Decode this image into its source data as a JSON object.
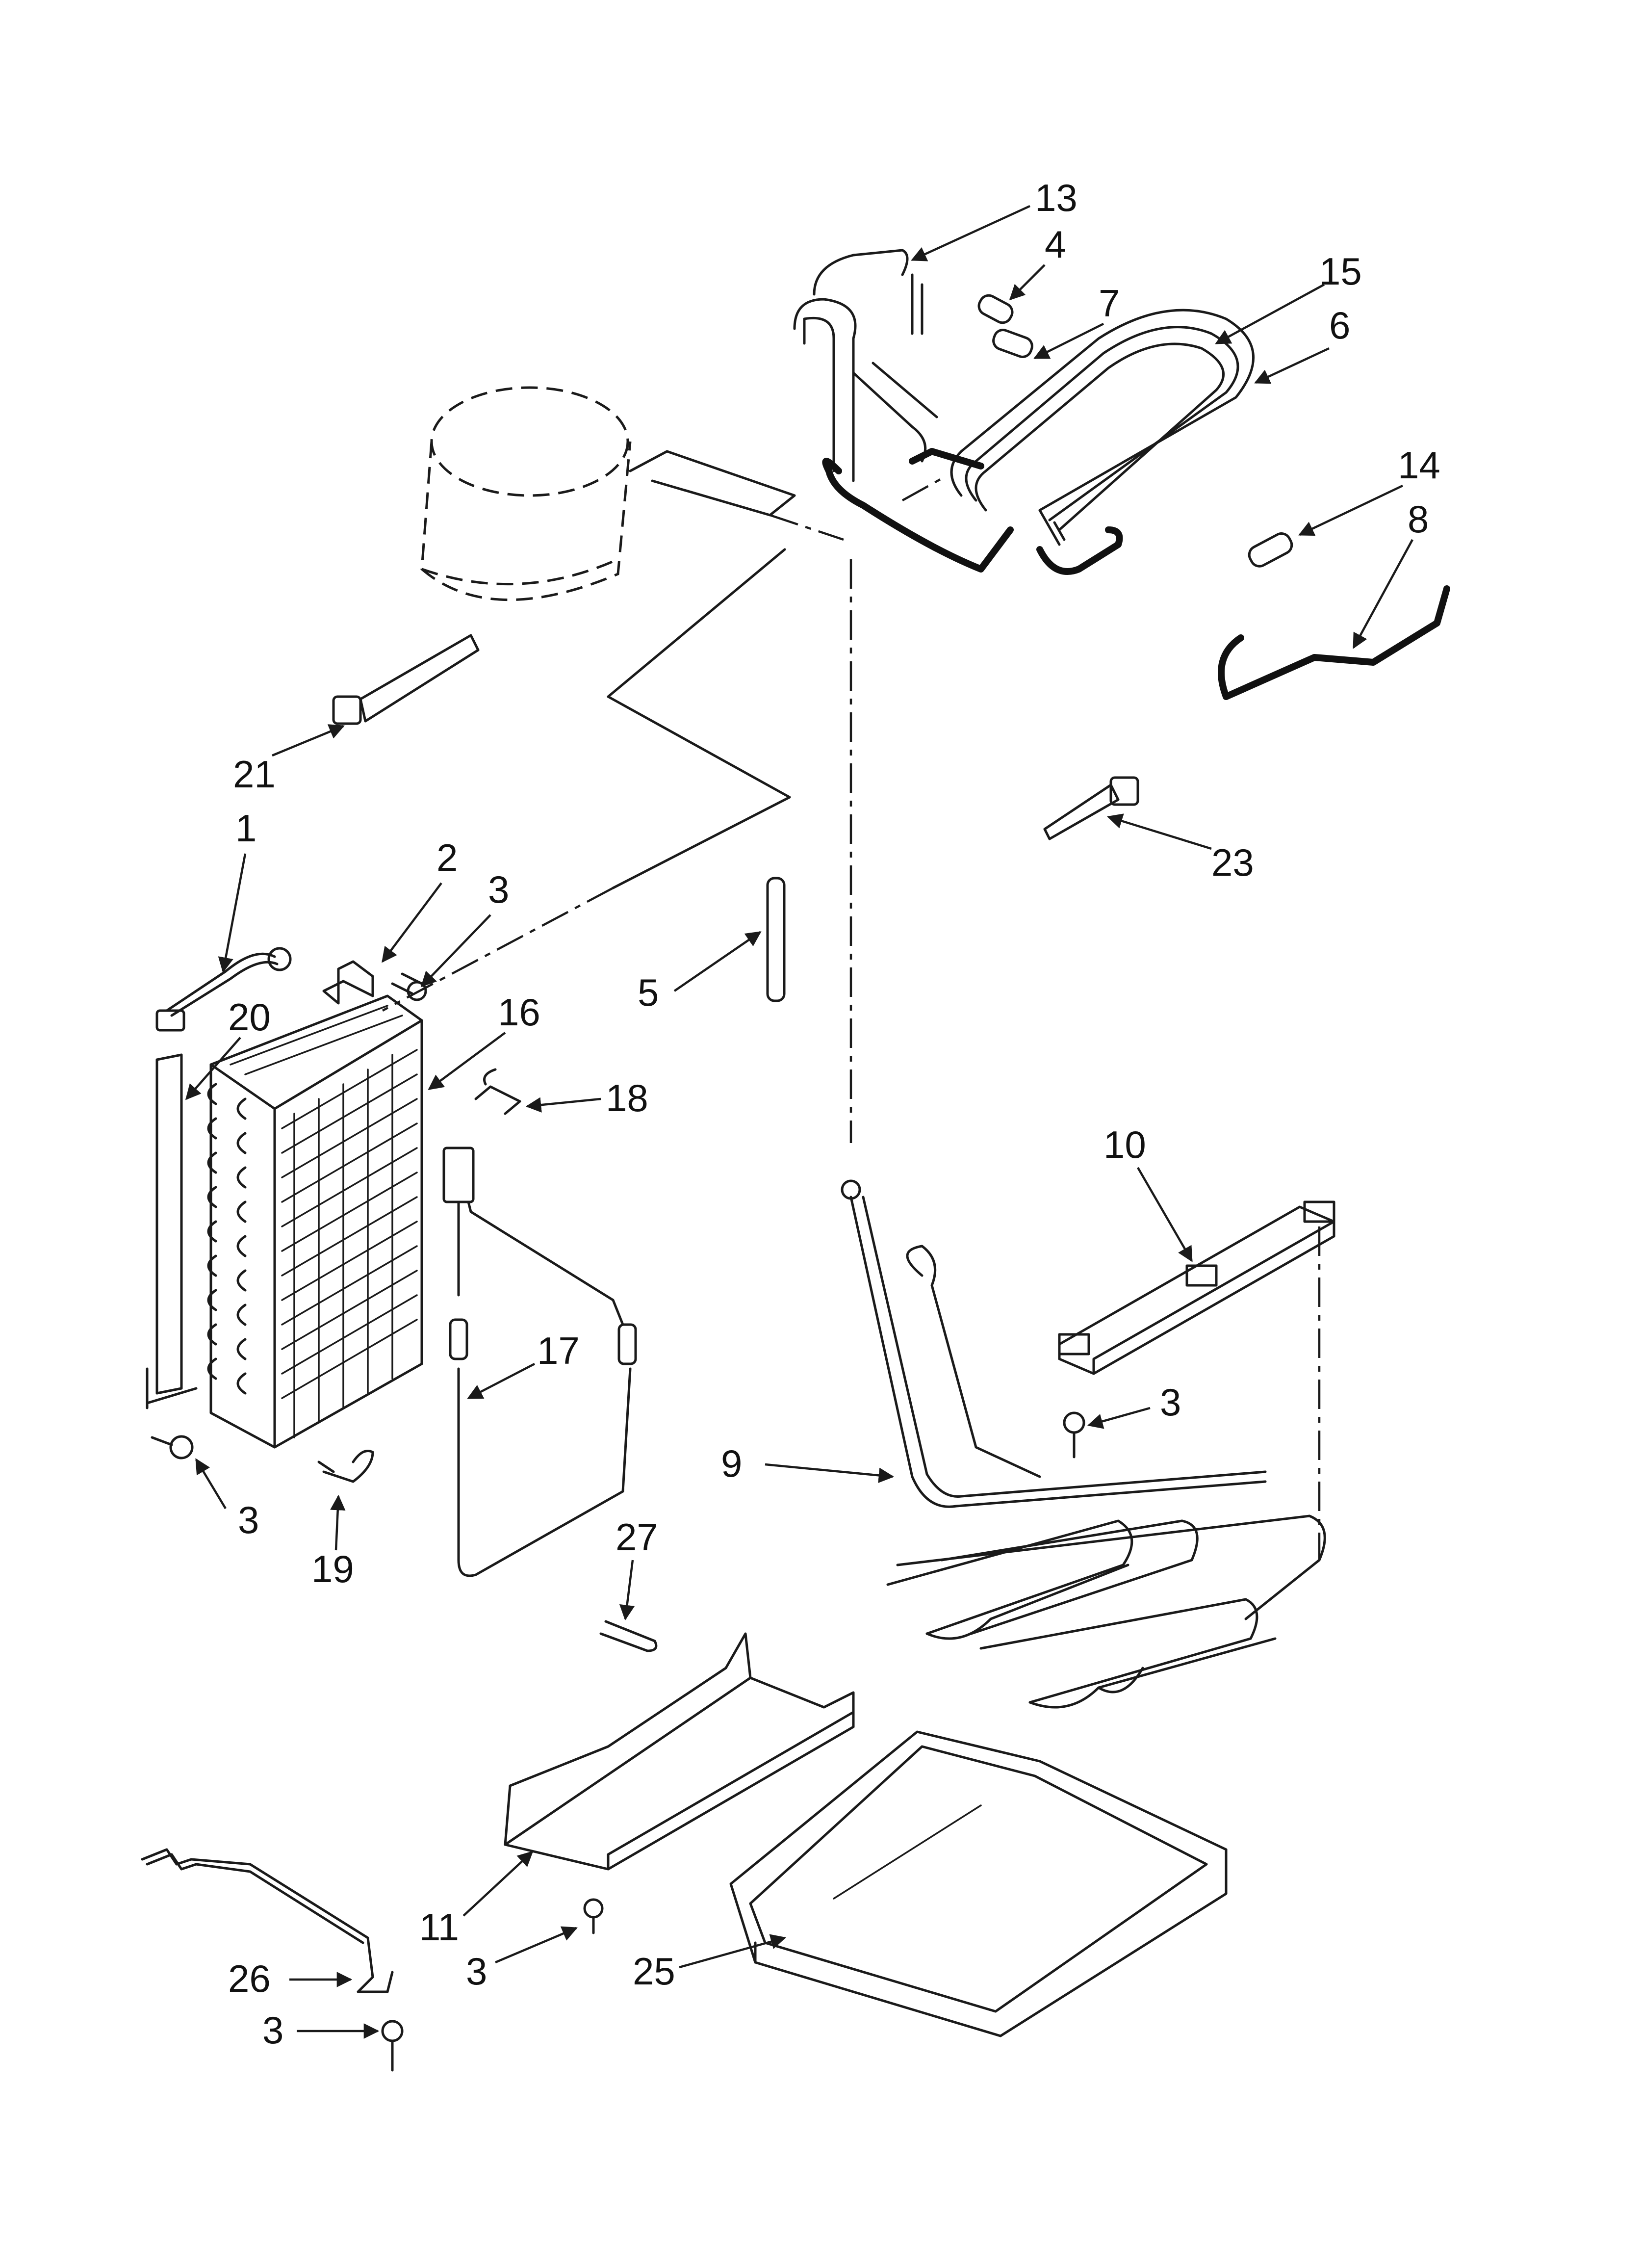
{
  "callouts": {
    "c1": "1",
    "c2": "2",
    "c3a": "3",
    "c3b": "3",
    "c3c": "3",
    "c3d": "3",
    "c3e": "3",
    "c4": "4",
    "c5": "5",
    "c6": "6",
    "c7": "7",
    "c8": "8",
    "c9": "9",
    "c10": "10",
    "c11": "11",
    "c13": "13",
    "c14": "14",
    "c15": "15",
    "c16": "16",
    "c17": "17",
    "c18": "18",
    "c19": "19",
    "c20": "20",
    "c21": "21",
    "c23": "23",
    "c25": "25",
    "c26": "26",
    "c27": "27"
  },
  "colors": {
    "ink": "#1a1a1a",
    "paper": "#ffffff"
  }
}
